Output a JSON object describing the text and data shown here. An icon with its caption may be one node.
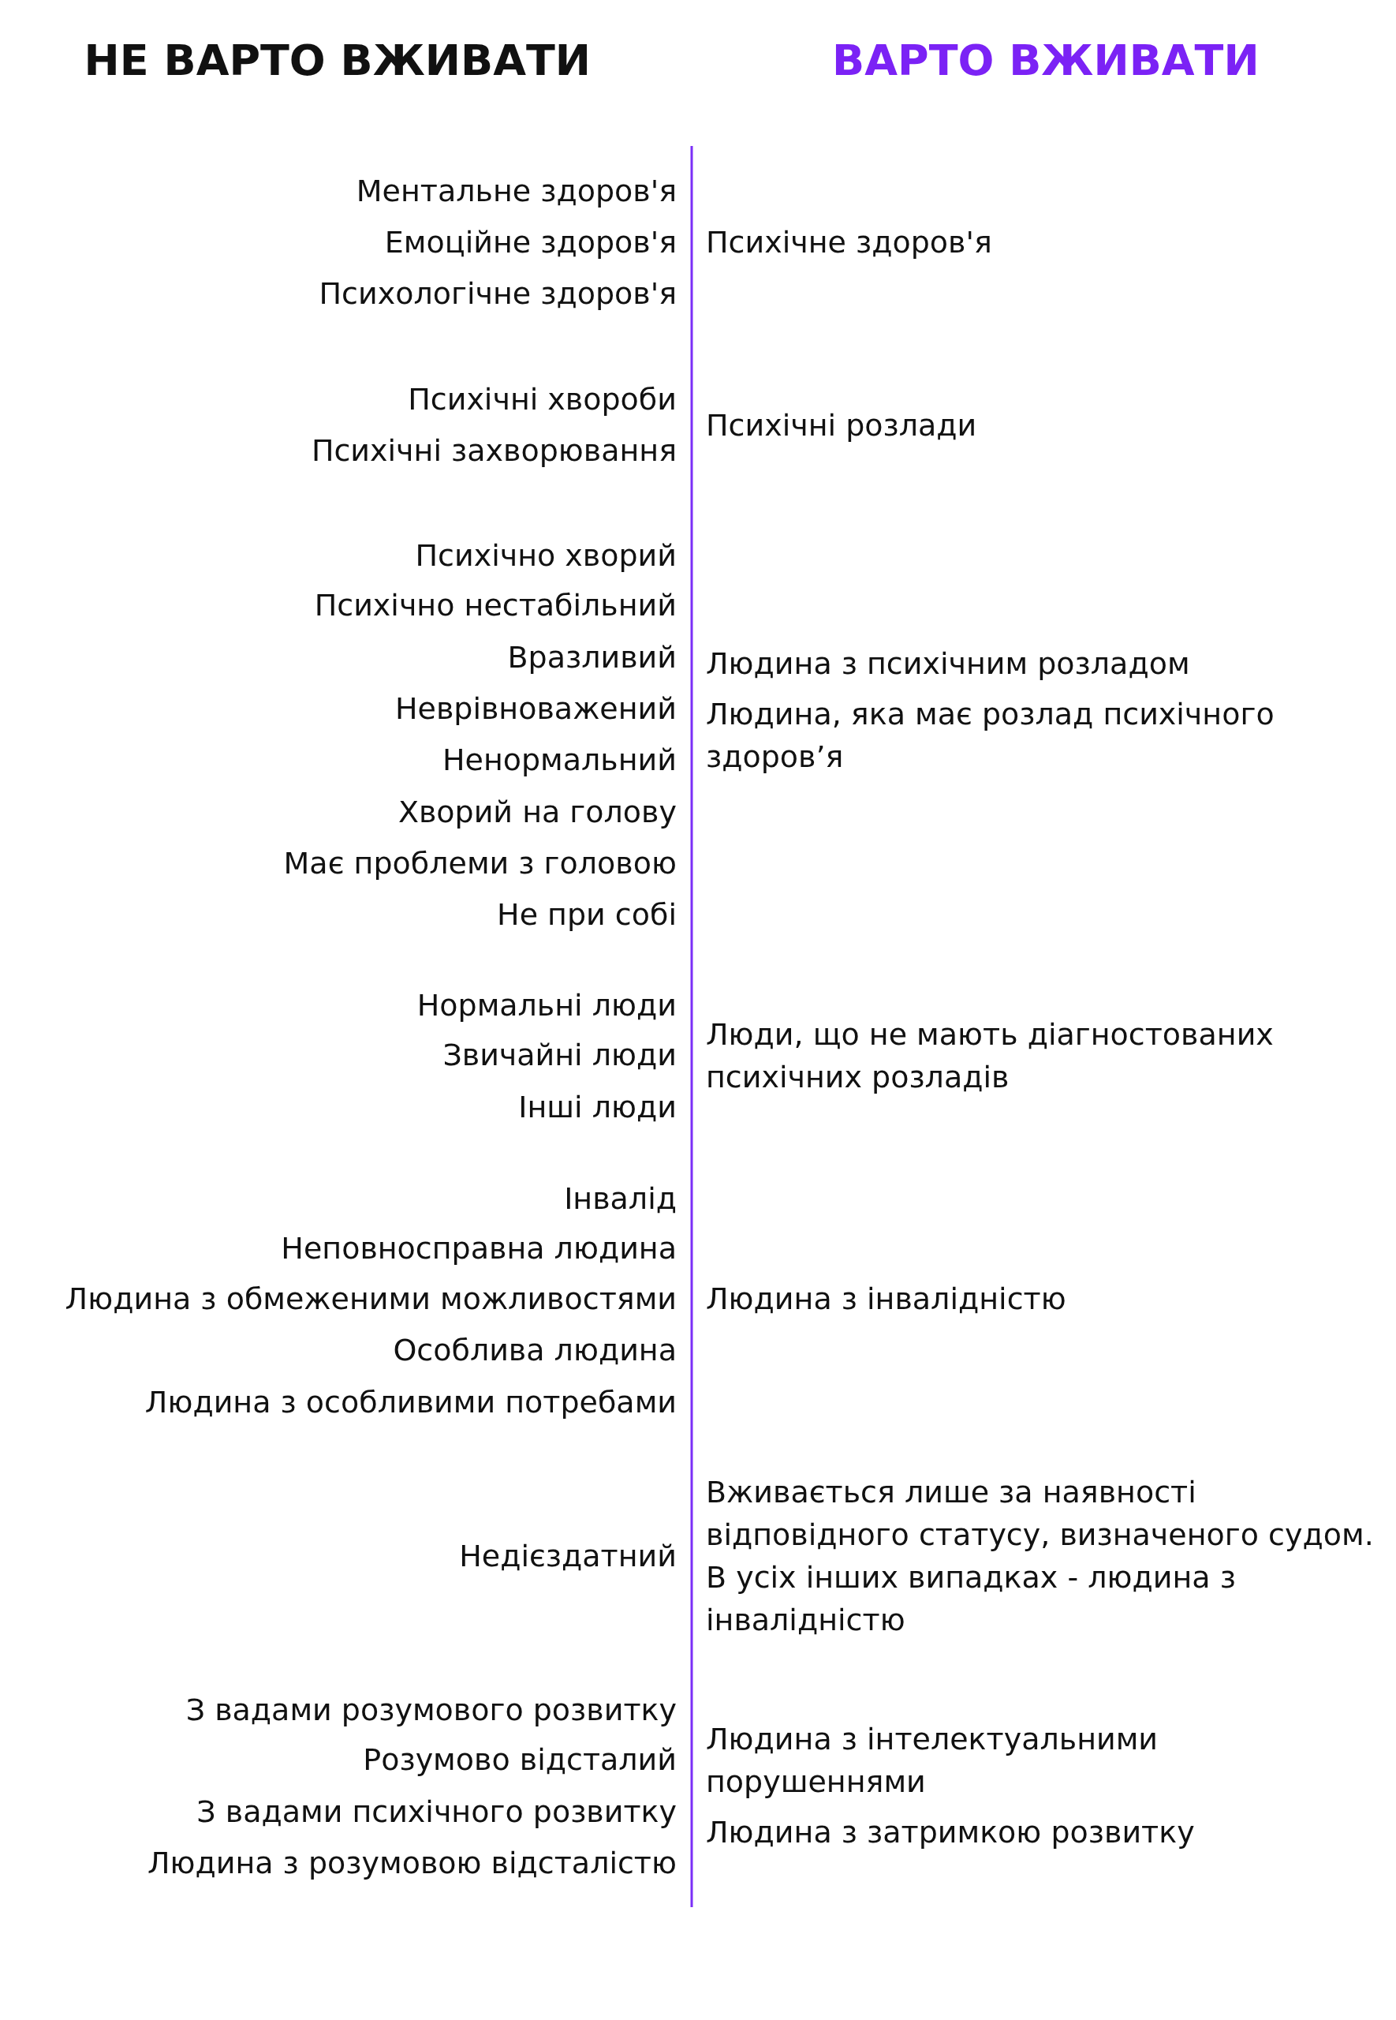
{
  "diagram": {
    "labels": [
      "НЕ ВАРТО ВЖИВАТИ",
      "ВАРТО ВЖИВАТИ",
      "Ментальне здоров'я",
      "Емоційне здоров'я",
      "Психологічне здоров'я",
      "Психічне здоров'я",
      "Психічні хвороби",
      "Психічні захворювання",
      "Психічні розлади",
      "Психічно хворий",
      "Психічно нестабільний",
      "Вразливий",
      "Неврівноважений",
      "Ненормальний",
      "Хворий на голову",
      "Має проблеми з головою",
      "Не при собі",
      "Людина з психічним розладом",
      "Людина, яка має розлад психічного здоров’я",
      "Нормальні люди",
      "Звичайні люди",
      "Інші люди",
      "Люди, що не мають діагностованих психічних розладів",
      "Інвалід",
      "Неповносправна людина",
      "Людина з обмеженими можливостями",
      "Особлива людина",
      "Людина з особливими потребами",
      "Людина з інвалідністю",
      "Недієздатний",
      "Вживається лише за наявності відповідного статусу, визначеного судом. В усіх інших випадках - людина з інвалідністю",
      "З вадами розумового розвитку",
      "Розумово відсталий",
      "З вадами психічного розвитку",
      "Людина з розумовою відсталістю",
      "Людина з інтелектуальними порушеннями",
      "Людина з затримкою розвитку"
    ]
  }
}
